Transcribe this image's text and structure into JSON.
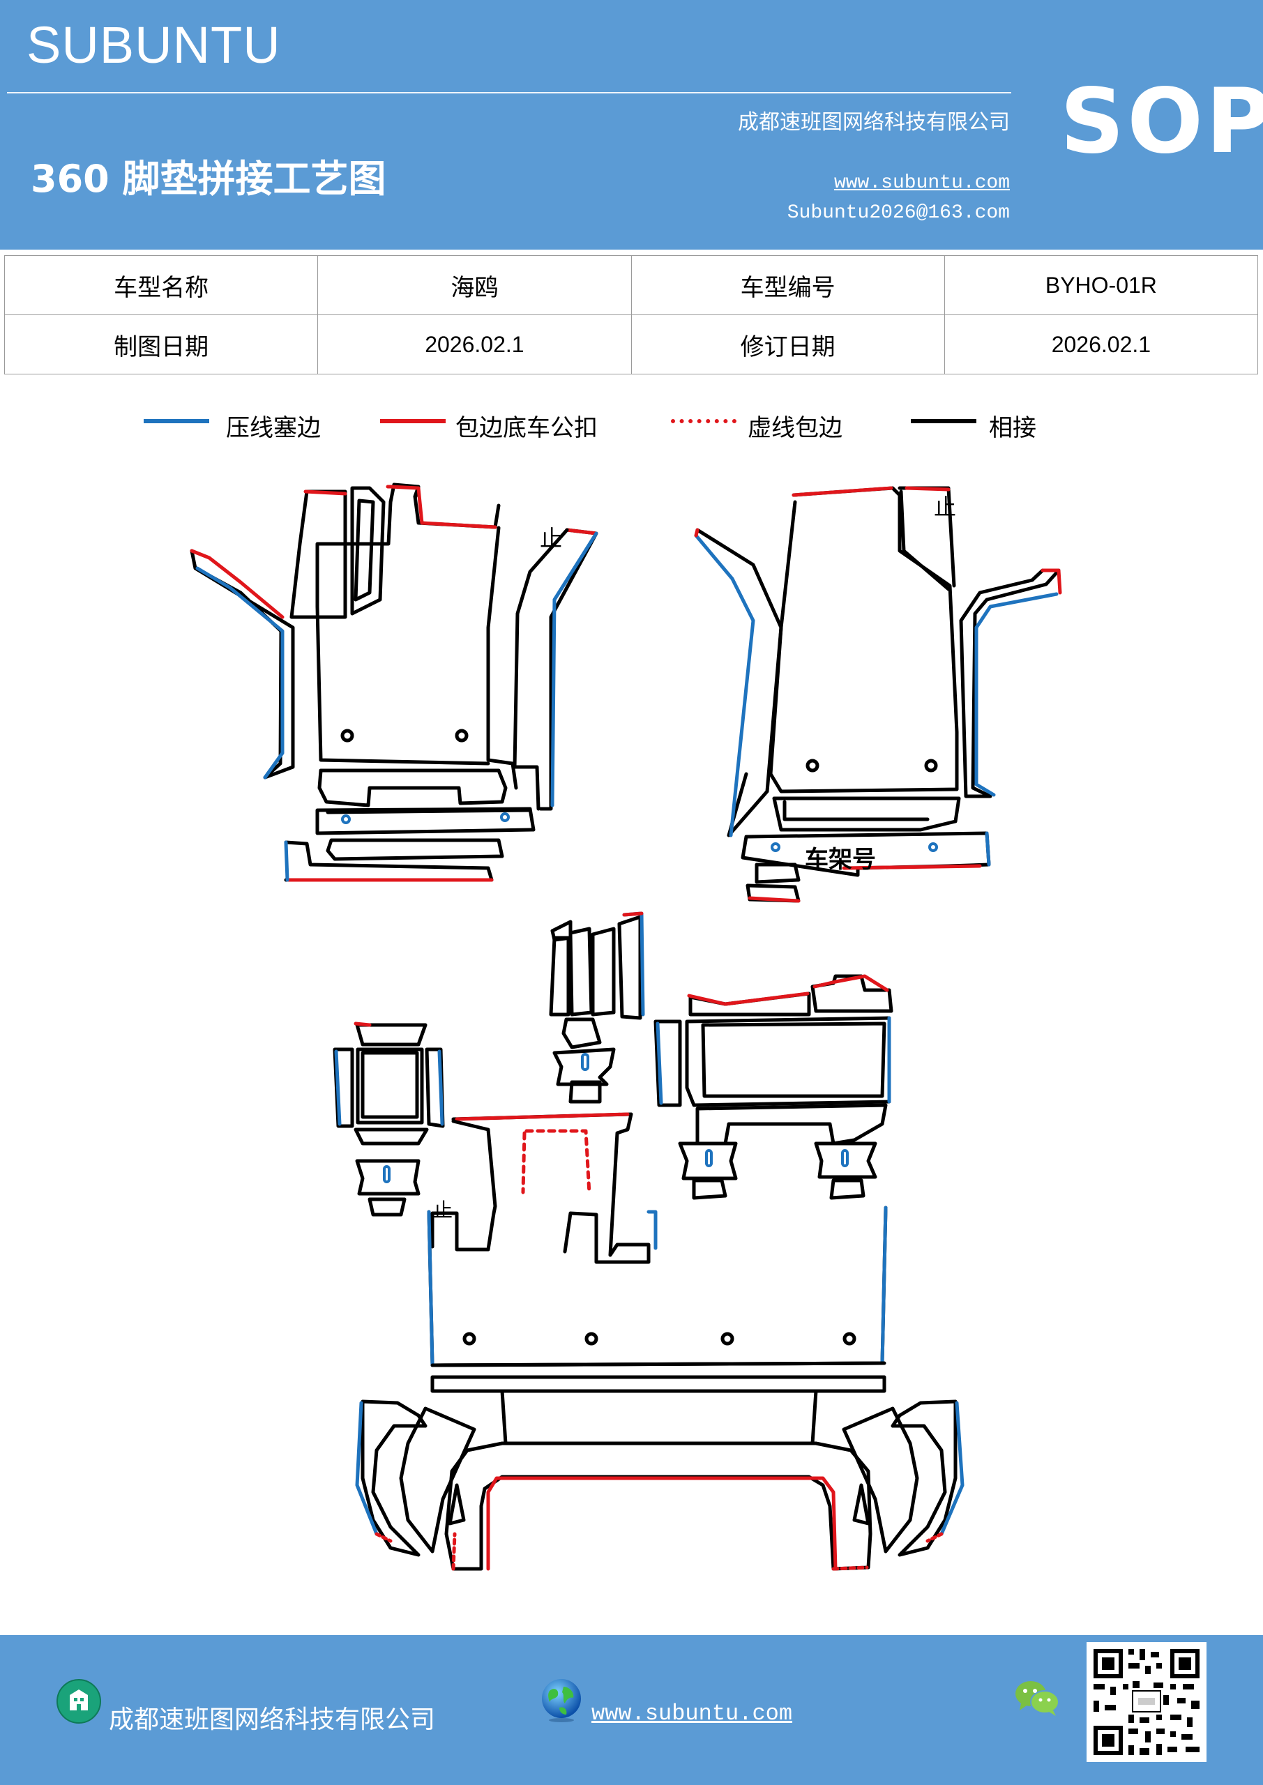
{
  "header": {
    "brand": "SUBUNTU",
    "company": "成都速班图网络科技有限公司",
    "title": "360 脚垫拼接工艺图",
    "website": "www.subuntu.com",
    "email": "Subuntu2026@163.com",
    "badge": "SOP"
  },
  "info_table": {
    "rows": [
      {
        "label1": "车型名称",
        "value1": "海鸥",
        "label2": "车型编号",
        "value2": "BYHO-01R"
      },
      {
        "label1": "制图日期",
        "value1": "2026.02.1",
        "label2": "修订日期",
        "value2": "2026.02.1"
      }
    ]
  },
  "legend": {
    "items": [
      {
        "label": "压线塞边",
        "color": "#1e73be",
        "style": "solid"
      },
      {
        "label": "包边底车公扣",
        "color": "#e0161b",
        "style": "solid"
      },
      {
        "label": "虚线包边",
        "color": "#e0161b",
        "style": "dotted"
      },
      {
        "label": "相接",
        "color": "#000000",
        "style": "solid"
      }
    ]
  },
  "diagram": {
    "labels": {
      "stop_1": "止",
      "stop_2": "止",
      "stop_3": "止",
      "frame_no": "车架号"
    },
    "colors": {
      "press": "#1e73be",
      "wrap": "#e0161b",
      "join": "#000000"
    }
  },
  "footer": {
    "company": "成都速班图网络科技有限公司",
    "website": "www.subuntu.com",
    "icons": [
      "building-icon",
      "globe-icon",
      "wechat-icon",
      "qr-code-icon"
    ]
  }
}
